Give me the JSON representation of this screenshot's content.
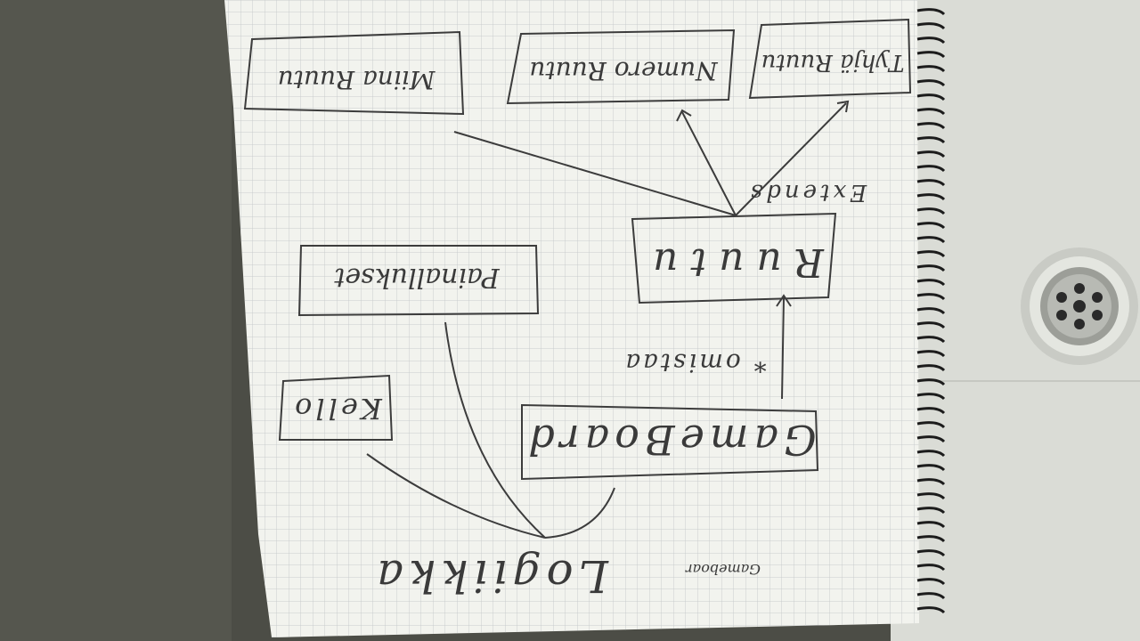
{
  "photo": {
    "subject": "",
    "colors": {
      "paper": "#f2f3ee",
      "grid": "#c9cccd",
      "ink": "#3c3c3c",
      "tile": "#dfe2dc",
      "shadow": "#3f403a",
      "spiral": "#1c1c1c"
    }
  },
  "sketch": {
    "boxes": {
      "tyhja_ruutu": "Tyhjä Ruutu",
      "numero_ruutu": "Numero Ruutu",
      "miina_ruutu": "Miina Ruutu",
      "ruutu": "Ruutu",
      "painallukset": "Painallukset",
      "kello": "Kello",
      "gameboard": "GameBoard"
    },
    "labels": {
      "extends": "Extends",
      "omistaa": "* omistaa",
      "logiikka": "Logiikka",
      "gameboar_note": "Gameboar"
    }
  }
}
